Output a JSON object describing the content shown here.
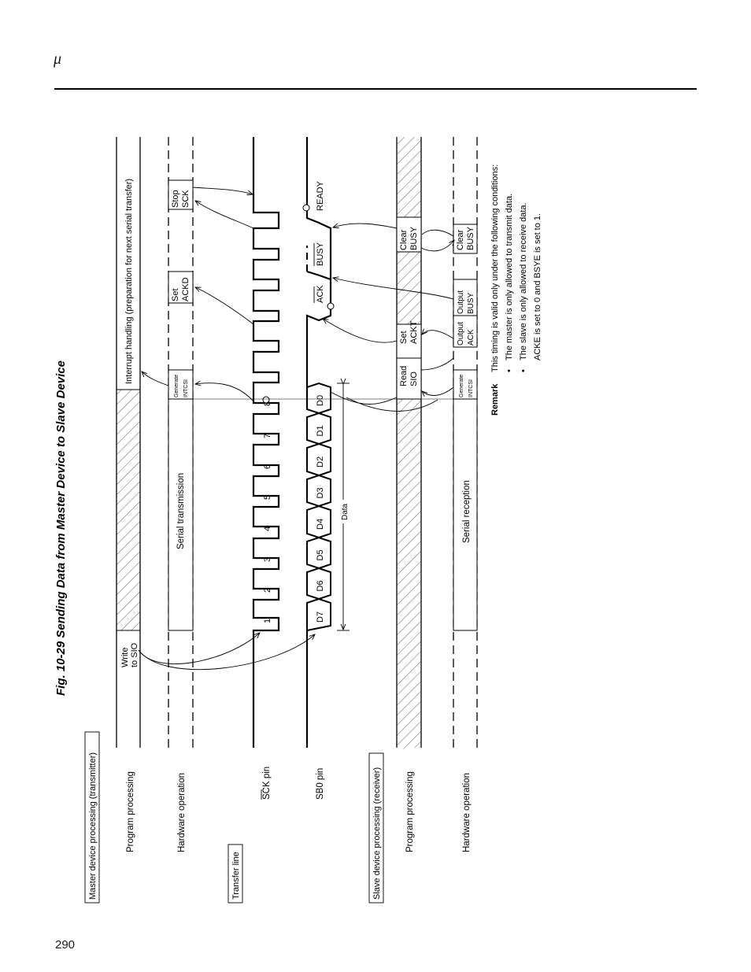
{
  "header": {
    "symbol": "μ"
  },
  "page_number": "290",
  "figure": {
    "title": "Fig. 10-29  Sending Data from Master Device to Slave Device",
    "sections": {
      "master": "Master device processing (transmitter)",
      "transfer": "Transfer line",
      "slave": "Slave device processing (receiver)"
    },
    "rows": {
      "program_processing": "Program processing",
      "hardware_operation": "Hardware operation",
      "sck_pin": "SCK pin",
      "sb0_pin": "SB0 pin"
    },
    "master_events": {
      "write_sio": [
        "Write",
        "to SIO"
      ],
      "interrupt": "Interrupt handling (preparation for next serial transfer)",
      "serial_transmission": "Serial transmission",
      "generate_intcsi": [
        "Generate",
        "INTCSI"
      ],
      "set_ackd": [
        "Set",
        "ACKD"
      ],
      "stop_sck": [
        "Stop",
        "SCK"
      ]
    },
    "clock_labels": [
      "1",
      "2",
      "3",
      "4",
      "5",
      "6",
      "7",
      "8"
    ],
    "data_bits": [
      "D7",
      "D6",
      "D5",
      "D4",
      "D3",
      "D2",
      "D1",
      "D0"
    ],
    "data_label": "Data",
    "sb0_labels": {
      "ack": "ACK",
      "busy": "BUSY",
      "ready": "READY"
    },
    "slave_events": {
      "read_sio": [
        "Read",
        "SIO"
      ],
      "set_ackt": [
        "Set",
        "ACKT"
      ],
      "clear_busy_prog": [
        "Clear",
        "BUSY"
      ],
      "serial_reception": "Serial reception",
      "generate_intcsi": [
        "Generate",
        "INTCSI"
      ],
      "output_ack": [
        "Output",
        "ACK"
      ],
      "output_busy": [
        "Output",
        "BUSY"
      ],
      "clear_busy_hw": [
        "Clear",
        "BUSY"
      ]
    },
    "remark": {
      "label": "Remark",
      "intro": "This timing is valid only under the following conditions:",
      "items": [
        "The master is only allowed to transmit data.",
        "The slave is only allowed to receive data.",
        "ACKE is set to 0 and BSYE is set to 1."
      ]
    }
  }
}
